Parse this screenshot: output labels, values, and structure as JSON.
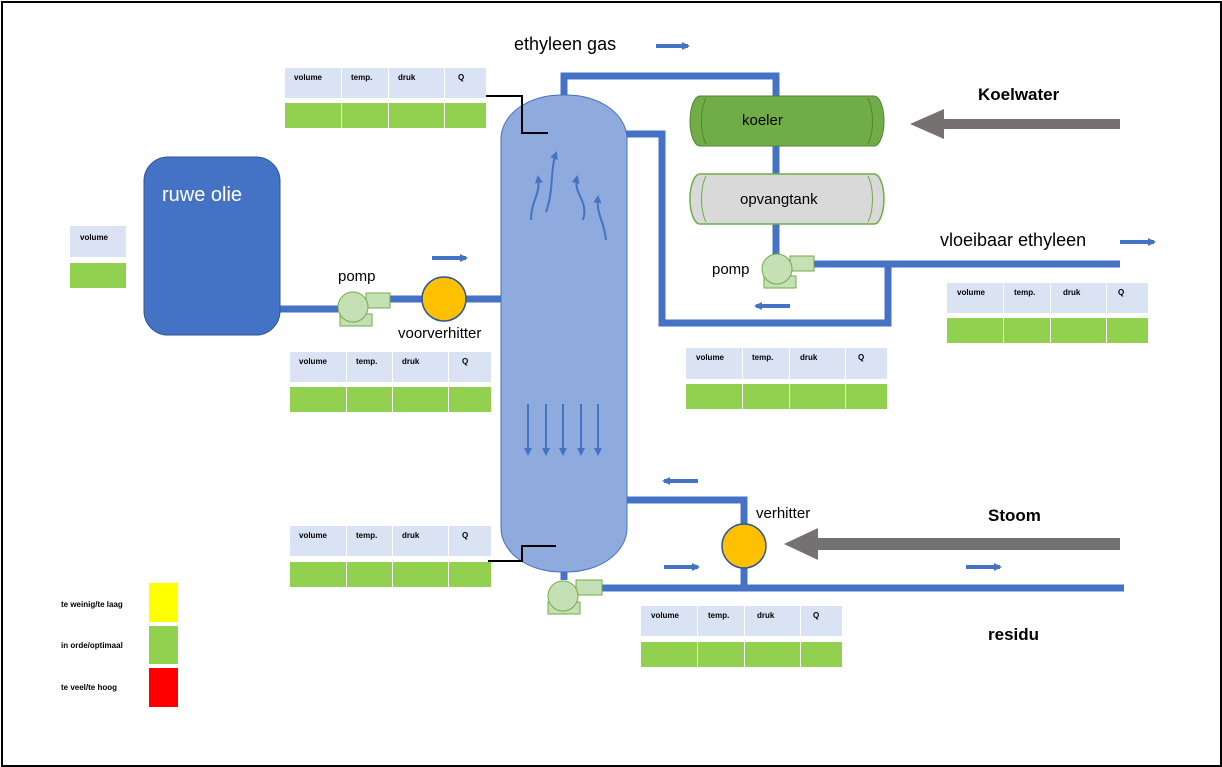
{
  "labels": {
    "ethyleen_gas": "ethyleen gas",
    "koelwater": "Koelwater",
    "koeler": "koeler",
    "opvangtank": "opvangtank",
    "vloeibaar_ethyleen": "vloeibaar ethyleen",
    "ruwe_olie": "ruwe olie",
    "pomp_left": "pomp",
    "pomp_right": "pomp",
    "voorverhitter": "voorverhitter",
    "verhitter": "verhitter",
    "stoom": "Stoom",
    "residu": "residu"
  },
  "tables": {
    "top_left": [
      "volume",
      "temp.",
      "druk",
      "Q"
    ],
    "mid_left": [
      "volume",
      "temp.",
      "druk",
      "Q"
    ],
    "bottom_left": [
      "volume",
      "temp.",
      "druk",
      "Q"
    ],
    "right_upper": [
      "volume",
      "temp.",
      "druk",
      "Q"
    ],
    "right_mid": [
      "volume",
      "temp.",
      "druk",
      "Q"
    ],
    "bottom_right": [
      "volume",
      "temp.",
      "druk",
      "Q"
    ],
    "tank_volume": [
      "volume"
    ]
  },
  "legend": [
    {
      "label": "te weinig/te laag",
      "color": "#ffff00"
    },
    {
      "label": "in orde/optimaal",
      "color": "#92d050"
    },
    {
      "label": "te veel/te hoog",
      "color": "#ff0000"
    }
  ],
  "colors": {
    "pipe": "#4472c4",
    "column": "#8faadc",
    "tank": "#4472c4",
    "cooler": "#70ad47",
    "collector": "#d9d9d9",
    "heater": "#ffc000",
    "pump": "#c5e0b4",
    "arrow_gray": "#767171",
    "header_cell": "#dae3f3",
    "status_cell": "#92d050"
  }
}
